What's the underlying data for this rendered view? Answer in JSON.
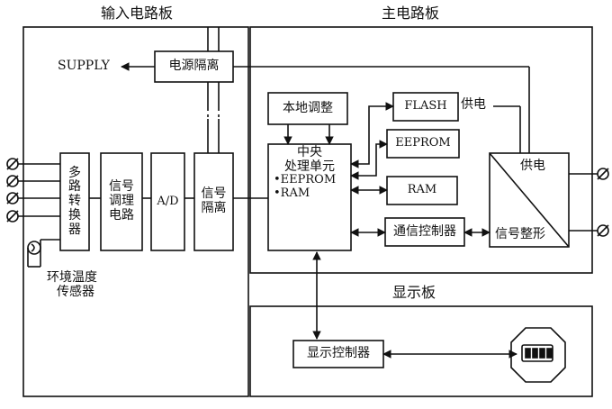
{
  "boards": {
    "input_title": "输入电路板",
    "main_title": "主电路板",
    "display_title": "显示板"
  },
  "input_board": {
    "supply_label": "SUPPLY",
    "power_isolation": "电源隔离",
    "multiplexer": [
      "多",
      "路",
      "转",
      "换",
      "器"
    ],
    "signal_conditioning": [
      "信号",
      "调理",
      "电路"
    ],
    "adc": "A/D",
    "signal_isolation": [
      "信号",
      "隔离"
    ],
    "temp_sensor": [
      "环境温度",
      "传感器"
    ]
  },
  "main_board": {
    "local_adjust": "本地调整",
    "cpu_lines": [
      "中央",
      "处理单元",
      "•EEPROM",
      "•RAM"
    ],
    "flash": "FLASH",
    "power_supply_flash": "供电",
    "eeprom": "EEPROM",
    "ram": "RAM",
    "comm_controller": "通信控制器",
    "power_supply": "供电",
    "signal_shaping": "信号整形"
  },
  "display_board": {
    "display_controller": "显示控制器"
  }
}
